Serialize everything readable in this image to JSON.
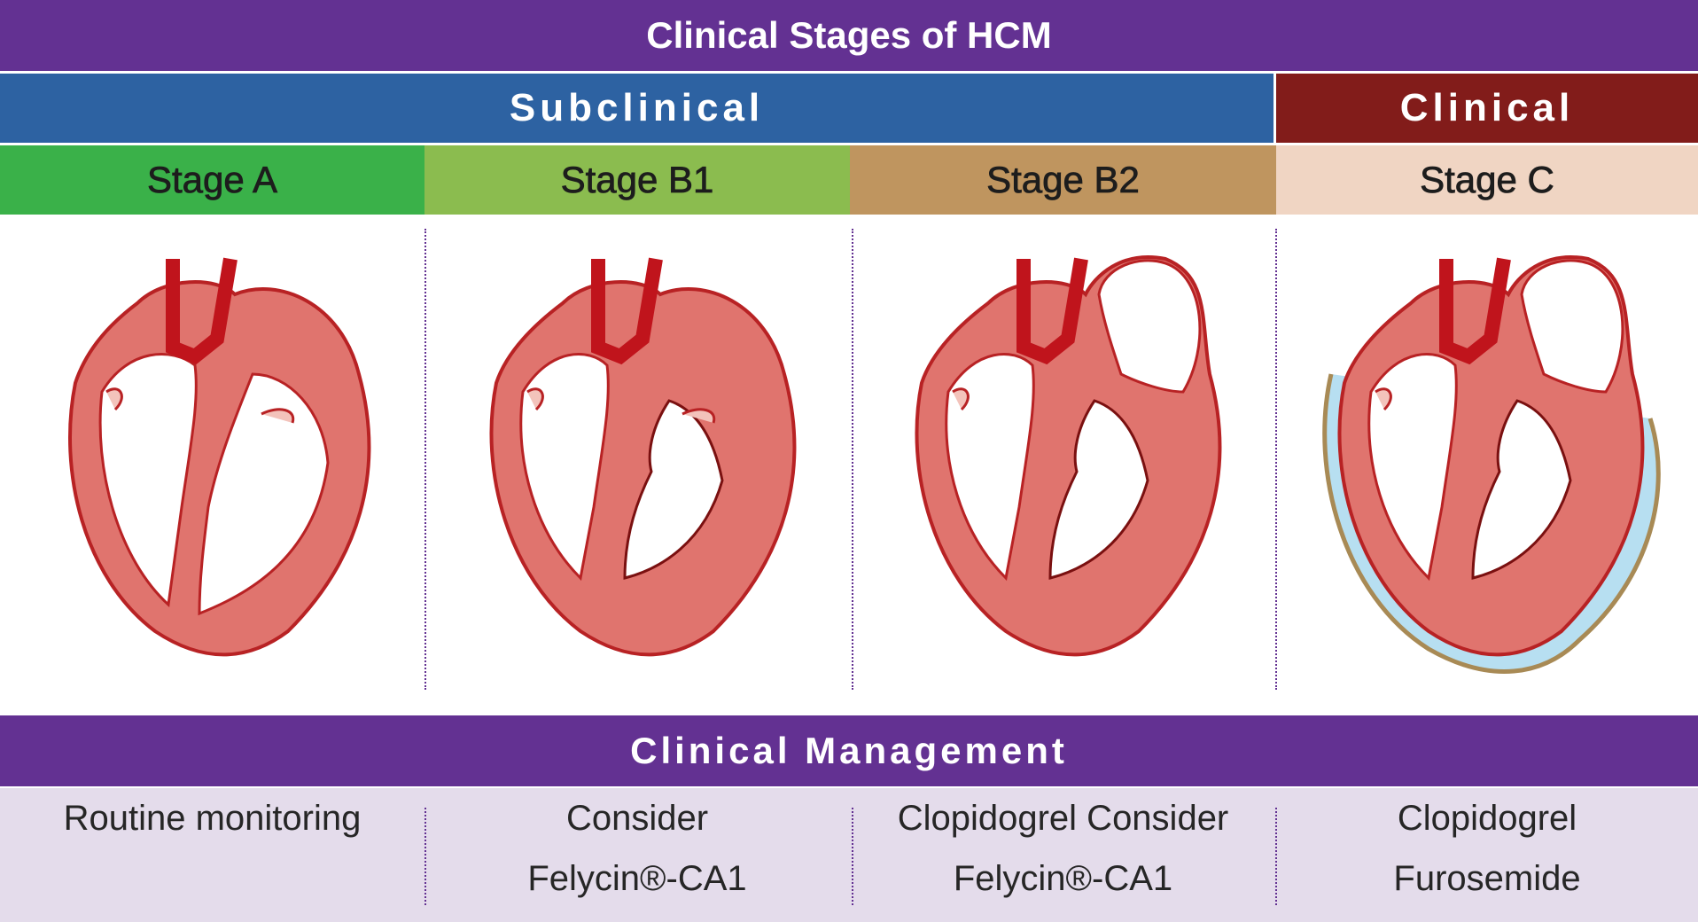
{
  "header": {
    "title": "Clinical Stages of HCM"
  },
  "categories": {
    "subclinical": "Subclinical",
    "clinical": "Clinical"
  },
  "stages": [
    {
      "label": "Stage A",
      "color": "#3ab149"
    },
    {
      "label": "Stage B1",
      "color": "#8bbc4f"
    },
    {
      "label": "Stage B2",
      "color": "#bf955f"
    },
    {
      "label": "Stage C",
      "color": "#f0d5c3"
    }
  ],
  "colors": {
    "purple": "#633192",
    "blue": "#2d62a2",
    "red": "#821c1a",
    "myocardium": "#e0746e",
    "outline": "#b82224",
    "vessel": "#c0141c",
    "effusion": "#b7dff1"
  },
  "management": {
    "title": "Clinical Management",
    "cells": [
      {
        "line1": "Routine monitoring",
        "line2": ""
      },
      {
        "line1": "Consider",
        "line2": "Felycin®-CA1"
      },
      {
        "line1": "Clopidogrel Consider",
        "line2": "Felycin®-CA1"
      },
      {
        "line1": "Clopidogrel",
        "line2": "Furosemide"
      }
    ]
  }
}
